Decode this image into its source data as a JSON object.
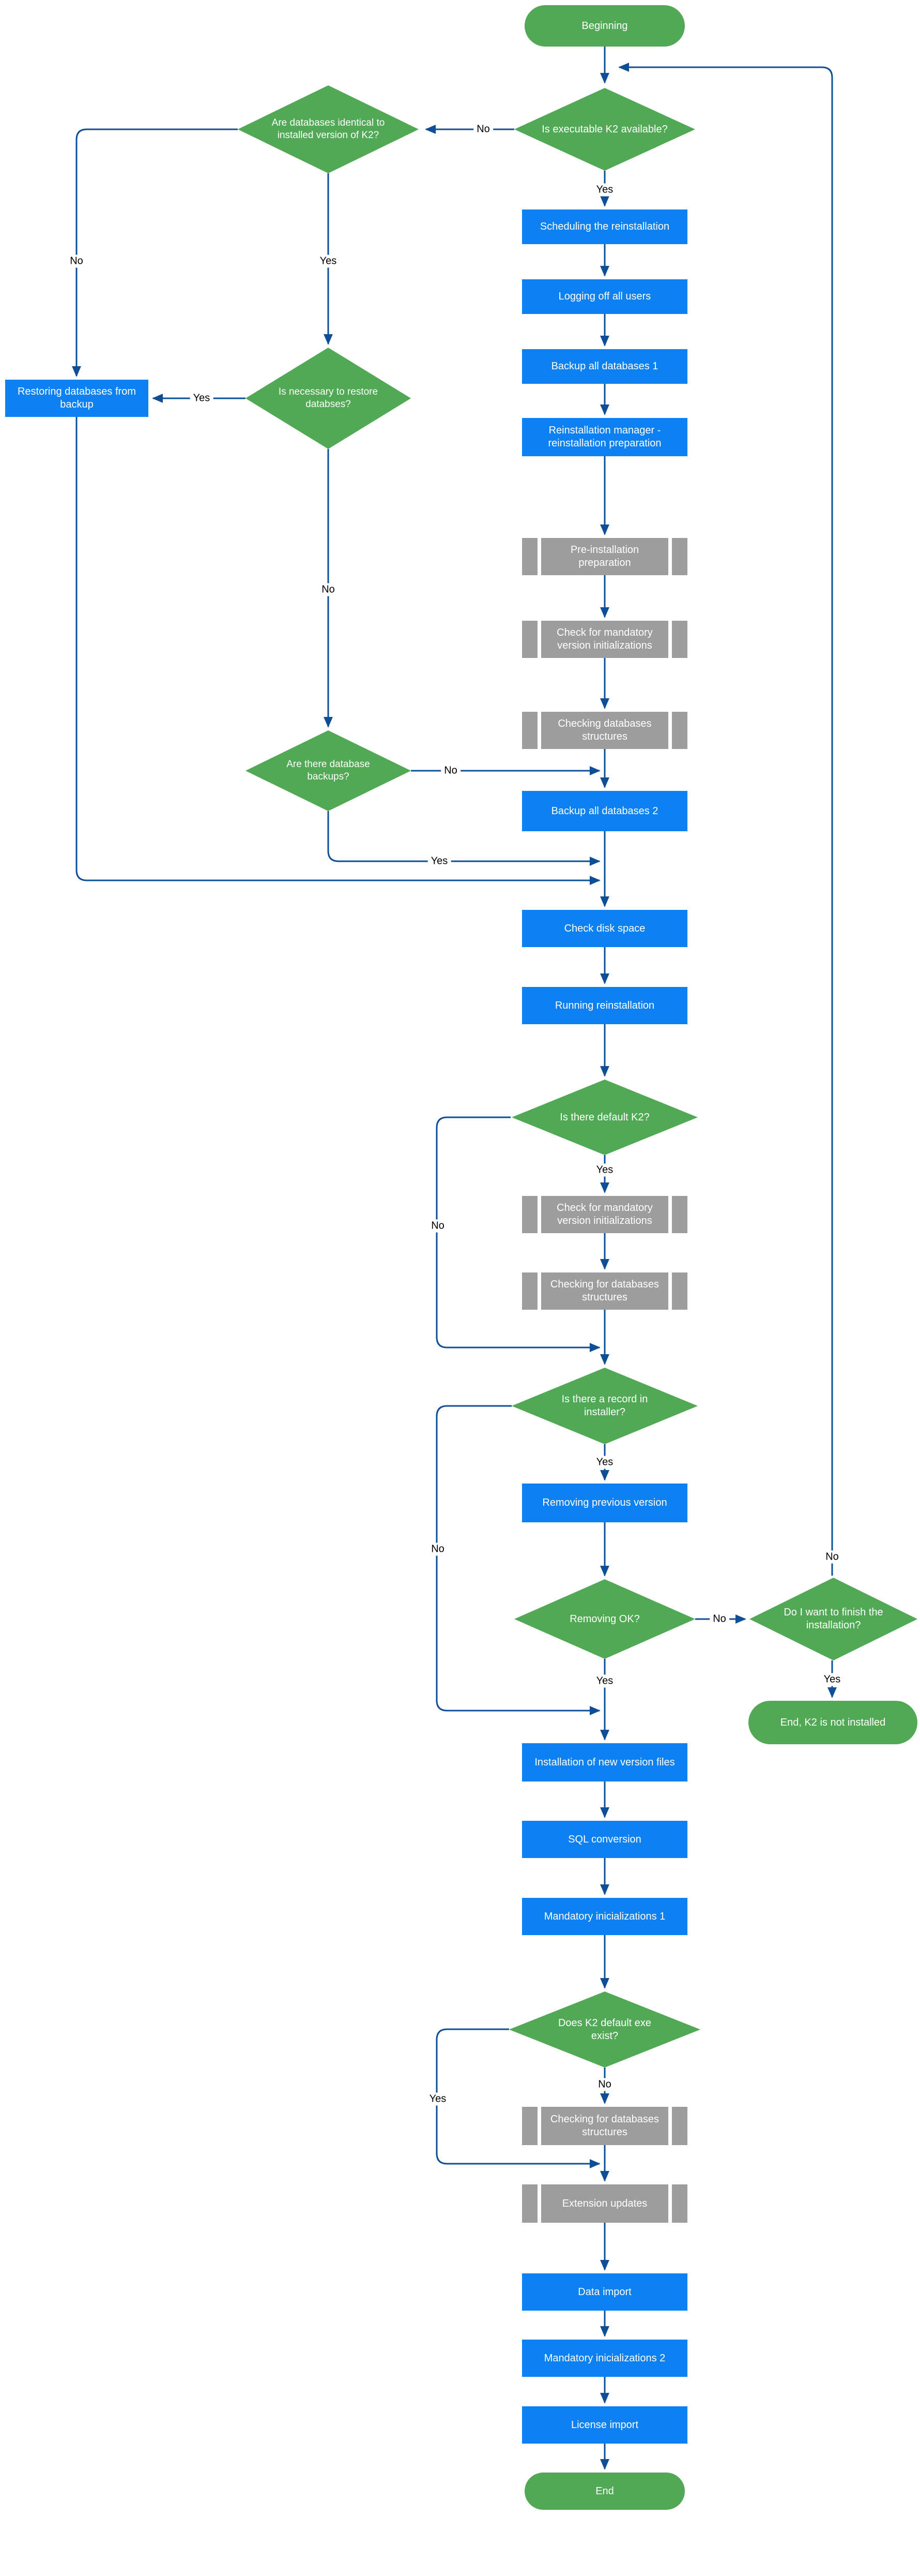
{
  "colors": {
    "terminator_and_decision_fill": "#52a955",
    "process_fill": "#0d80f2",
    "predefined_process_fill": "#9d9d9d",
    "connector_line": "#0e4e96",
    "node_text": "#ffffff",
    "edge_label_text": "#000000"
  },
  "nodes": [
    {
      "id": "beginning",
      "type": "terminator",
      "label": "Beginning"
    },
    {
      "id": "is-executable",
      "type": "decision",
      "label": "Is executable K2 available?"
    },
    {
      "id": "scheduling",
      "type": "process",
      "label": "Scheduling the reinstallation"
    },
    {
      "id": "logging-off",
      "type": "process",
      "label": "Logging off all users"
    },
    {
      "id": "backup-1",
      "type": "process",
      "label": "Backup all databases 1"
    },
    {
      "id": "reinstall-manager",
      "type": "process",
      "label": "Reinstallation manager - reinstallation preparation"
    },
    {
      "id": "pre-install-prep",
      "type": "predefined",
      "label": "Pre-installation preparation"
    },
    {
      "id": "check-mandatory-1",
      "type": "predefined",
      "label": "Check for mandatory version initializations"
    },
    {
      "id": "checking-db-struct-1",
      "type": "predefined",
      "label": "Checking databases structures"
    },
    {
      "id": "backup-2",
      "type": "process",
      "label": "Backup all databases 2"
    },
    {
      "id": "check-disk-space",
      "type": "process",
      "label": "Check disk space"
    },
    {
      "id": "running-reinstall",
      "type": "process",
      "label": "Running reinstallation"
    },
    {
      "id": "is-default-k2",
      "type": "decision",
      "label": "Is there default K2?"
    },
    {
      "id": "check-mandatory-2",
      "type": "predefined",
      "label": "Check for mandatory version initializations"
    },
    {
      "id": "checking-db-struct-2",
      "type": "predefined",
      "label": "Checking for databases structures"
    },
    {
      "id": "is-record-installer",
      "type": "decision",
      "label": "Is there a record in installer?"
    },
    {
      "id": "removing-previous",
      "type": "process",
      "label": "Removing previous version"
    },
    {
      "id": "removing-ok",
      "type": "decision",
      "label": "Removing OK?"
    },
    {
      "id": "install-new-files",
      "type": "process",
      "label": "Installation of new version files"
    },
    {
      "id": "sql-conversion",
      "type": "process",
      "label": "SQL conversion"
    },
    {
      "id": "mandatory-inic-1",
      "type": "process",
      "label": "Mandatory inicializations 1"
    },
    {
      "id": "does-exe-exist",
      "type": "decision",
      "label": "Does K2 default exe exist?"
    },
    {
      "id": "checking-db-struct-3",
      "type": "predefined",
      "label": "Checking for databases structures"
    },
    {
      "id": "extension-updates",
      "type": "predefined",
      "label": "Extension updates"
    },
    {
      "id": "data-import",
      "type": "process",
      "label": "Data import"
    },
    {
      "id": "mandatory-inic-2",
      "type": "process",
      "label": "Mandatory inicializations 2"
    },
    {
      "id": "license-import",
      "type": "process",
      "label": "License import"
    },
    {
      "id": "end",
      "type": "terminator",
      "label": "End"
    },
    {
      "id": "restoring-db",
      "type": "process",
      "label": "Restoring databases from backup"
    },
    {
      "id": "are-db-identical",
      "type": "decision",
      "label": "Are databases identical to installed version of K2?"
    },
    {
      "id": "is-necessary-restore",
      "type": "decision",
      "label": "Is necessary to restore databses?"
    },
    {
      "id": "are-there-backups",
      "type": "decision",
      "label": "Are there database backups?"
    },
    {
      "id": "want-finish",
      "type": "decision",
      "label": "Do I want to finish the installation?"
    },
    {
      "id": "end-not-installed",
      "type": "terminator",
      "label": "End, K2 is not installed"
    }
  ],
  "edge_labels": [
    {
      "edge": "is-executable-no",
      "text": "No"
    },
    {
      "edge": "is-executable-yes",
      "text": "Yes"
    },
    {
      "edge": "are-db-identical-no",
      "text": "No"
    },
    {
      "edge": "are-db-identical-yes",
      "text": "Yes"
    },
    {
      "edge": "is-necessary-yes",
      "text": "Yes"
    },
    {
      "edge": "is-necessary-no",
      "text": "No"
    },
    {
      "edge": "are-there-backups-no",
      "text": "No"
    },
    {
      "edge": "are-there-backups-yes",
      "text": "Yes"
    },
    {
      "edge": "is-default-k2-yes",
      "text": "Yes"
    },
    {
      "edge": "is-default-k2-no",
      "text": "No"
    },
    {
      "edge": "is-record-installer-yes",
      "text": "Yes"
    },
    {
      "edge": "is-record-installer-no",
      "text": "No"
    },
    {
      "edge": "removing-ok-yes",
      "text": "Yes"
    },
    {
      "edge": "removing-ok-no",
      "text": "No"
    },
    {
      "edge": "want-finish-no",
      "text": "No"
    },
    {
      "edge": "want-finish-yes",
      "text": "Yes"
    },
    {
      "edge": "does-exe-exist-no",
      "text": "No"
    },
    {
      "edge": "does-exe-exist-yes",
      "text": "Yes"
    }
  ]
}
